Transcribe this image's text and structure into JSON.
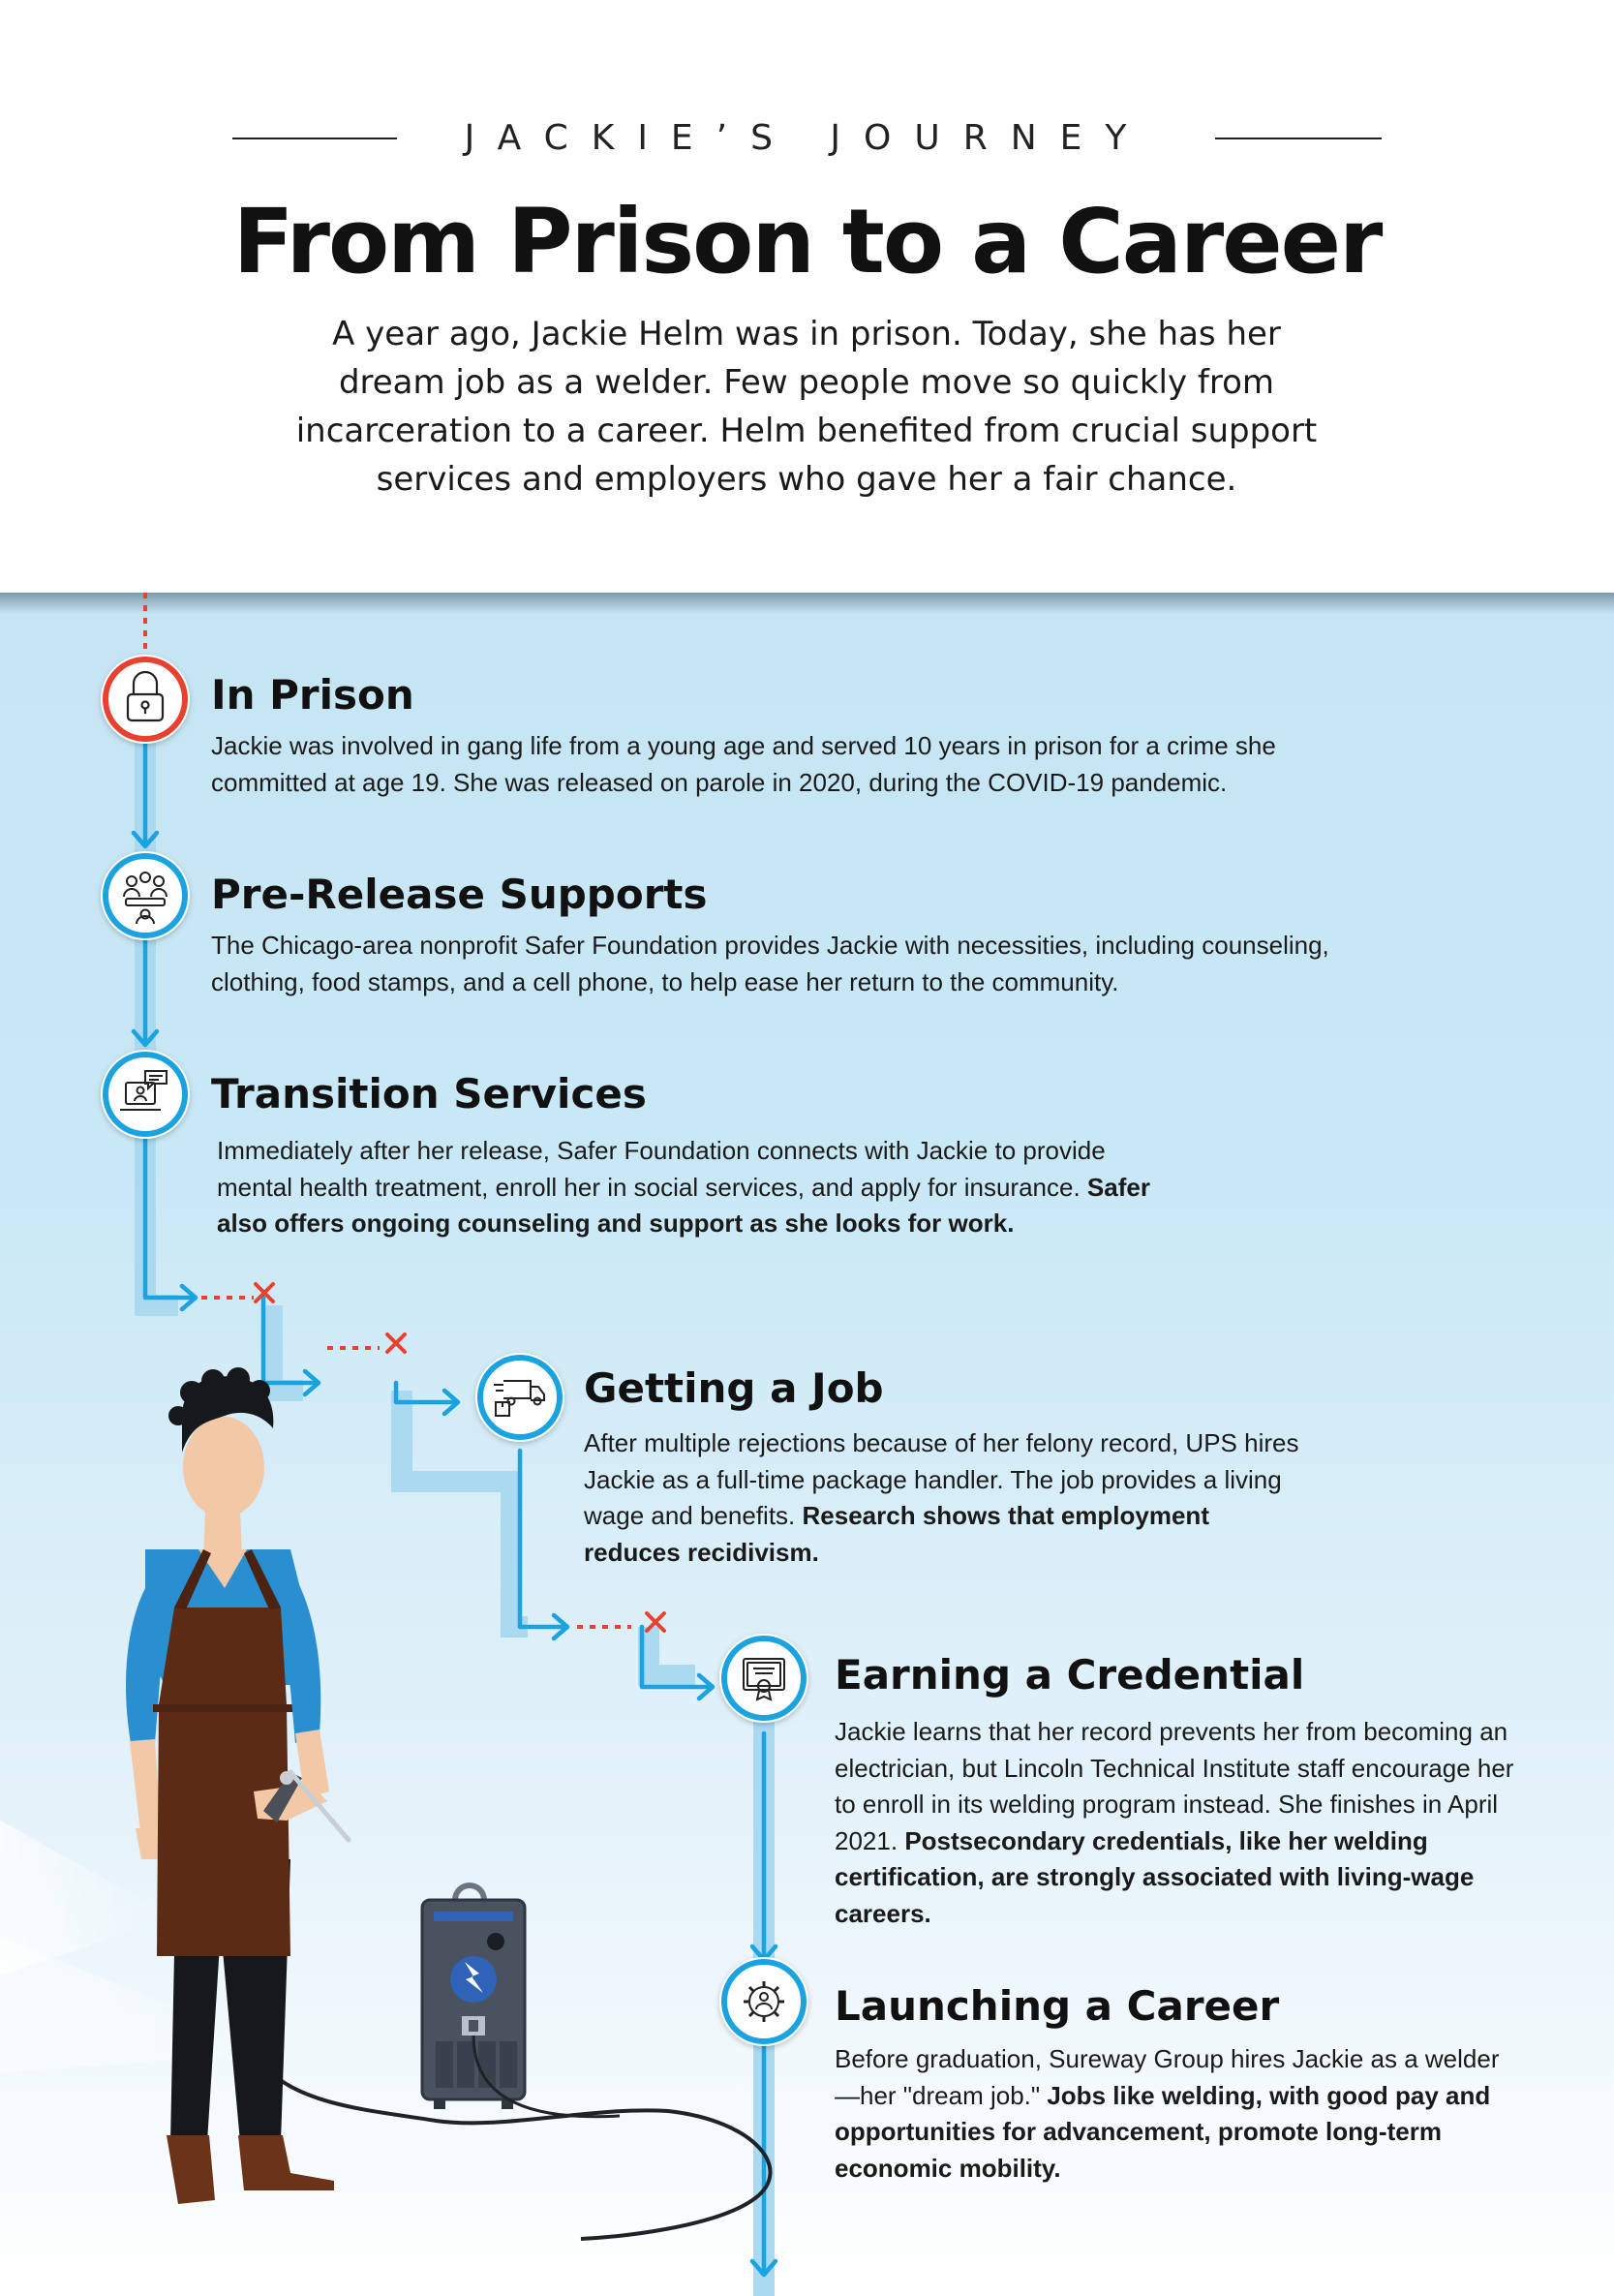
{
  "header": {
    "kicker": "JACKIE’S JOURNEY",
    "title": "From Prison to a Career",
    "intro": "A year ago, Jackie Helm was in prison. Today, she has her dream job as a welder. Few people move so quickly from incarceration to a career. Helm benefited from crucial support services and employers who gave her a fair chance."
  },
  "colors": {
    "timeline": "#1aa3e0",
    "rail": "#aad9f0",
    "failed": "#e8412f",
    "brand_dark": "#1a2a3a"
  },
  "steps": [
    {
      "title": "In Prison",
      "body": "Jackie was involved in gang life from a young age and served 10 years in prison for a crime she committed at age 19. She was released on parole in 2020, during the COVID-19 pandemic.",
      "bold": "",
      "icon": "padlock-icon",
      "ring": "red"
    },
    {
      "title": "Pre-Release Supports",
      "body": "The Chicago-area nonprofit Safer Foundation provides Jackie with necessities, including counseling, clothing, food stamps, and a cell phone, to help ease her return to the community.",
      "bold": "",
      "icon": "group-meeting-icon",
      "ring": "blue"
    },
    {
      "title": "Transition Services",
      "body": "Immediately after her release, Safer Foundation connects with Jackie to provide mental health treatment, enroll her in social services, and apply for insurance.",
      "bold": "Safer also offers ongoing counseling and support as she looks for work.",
      "icon": "laptop-chat-icon",
      "ring": "blue"
    },
    {
      "title": "Getting a Job",
      "body": "After multiple rejections because of her felony record, UPS hires Jackie as a full-time package handler. The job provides a living wage and benefits.",
      "bold": "Research shows that employment reduces recidivism.",
      "icon": "delivery-truck-icon",
      "ring": "blue"
    },
    {
      "title": "Earning a Credential",
      "body": "Jackie learns that her record prevents her from becoming an electrician, but Lincoln Technical Institute staff encourage her to enroll in its  welding program instead. She finishes in April 2021.",
      "bold": "Postsecondary credentials, like her welding certification, are strongly associated with living-wage careers.",
      "icon": "certificate-icon",
      "ring": "blue"
    },
    {
      "title": "Launching a Career",
      "body": "Before graduation, Sureway Group hires Jackie as a welder—her \"dream job.\"",
      "bold": "Jobs like welding, with good pay and opportunities for advancement, promote long-term economic mobility.",
      "icon": "gear-person-icon",
      "ring": "blue"
    }
  ],
  "illustration": {
    "figure": "welder-figure",
    "machine": "welding-machine",
    "torch": "welding-torch"
  }
}
